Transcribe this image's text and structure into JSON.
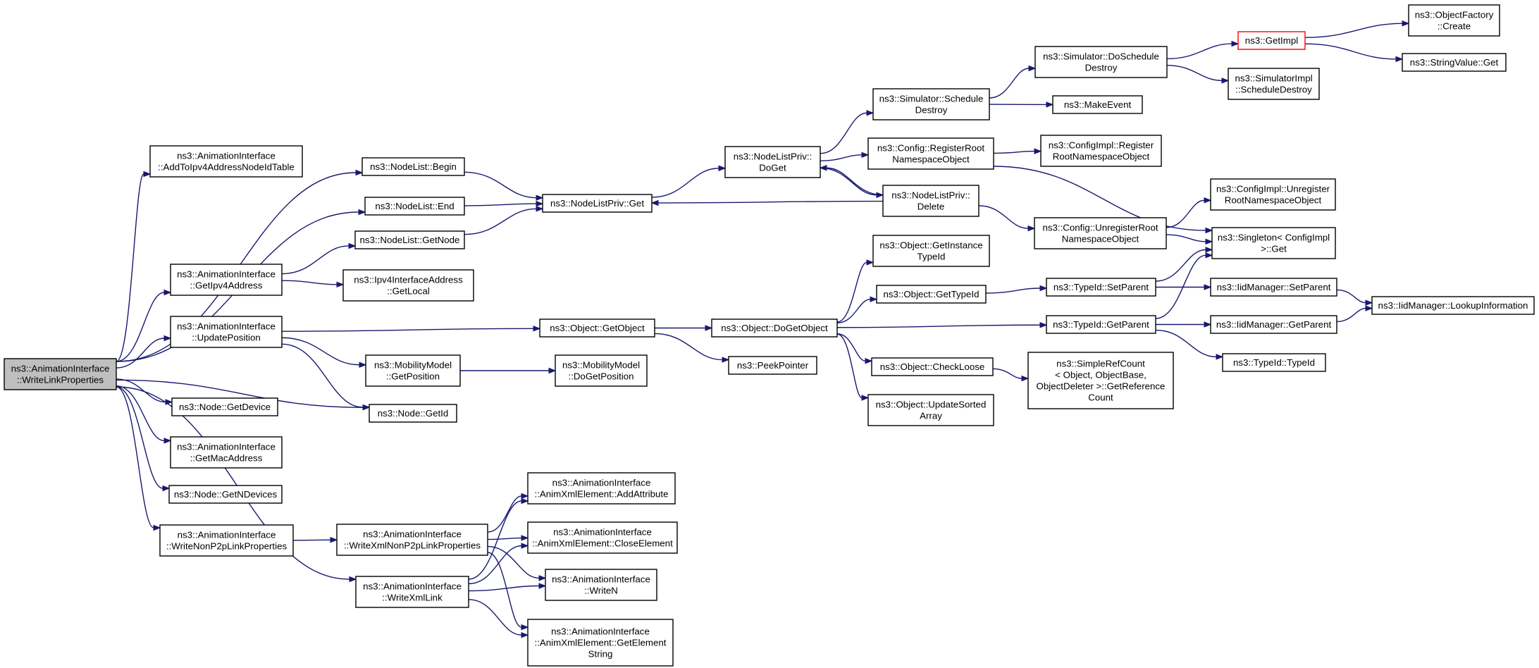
{
  "diagram": {
    "nodes": [
      {
        "id": "root",
        "lines": [
          "ns3::AnimationInterface",
          "::WriteLinkProperties"
        ]
      },
      {
        "id": "addToIpv4",
        "lines": [
          "ns3::AnimationInterface",
          "::AddToIpv4AddressNodeIdTable"
        ]
      },
      {
        "id": "nlBegin",
        "lines": [
          "ns3::NodeList::Begin"
        ]
      },
      {
        "id": "nlEnd",
        "lines": [
          "ns3::NodeList::End"
        ]
      },
      {
        "id": "nlGetNode",
        "lines": [
          "ns3::NodeList::GetNode"
        ]
      },
      {
        "id": "getIpv4",
        "lines": [
          "ns3::AnimationInterface",
          "::GetIpv4Address"
        ]
      },
      {
        "id": "ipv4GetLocal",
        "lines": [
          "ns3::Ipv4InterfaceAddress",
          "::GetLocal"
        ]
      },
      {
        "id": "updatePos",
        "lines": [
          "ns3::AnimationInterface",
          "::UpdatePosition"
        ]
      },
      {
        "id": "mobGetPos",
        "lines": [
          "ns3::MobilityModel",
          "::GetPosition"
        ]
      },
      {
        "id": "mobDoGetPos",
        "lines": [
          "ns3::MobilityModel",
          "::DoGetPosition"
        ]
      },
      {
        "id": "nodeGetDevice",
        "lines": [
          "ns3::Node::GetDevice"
        ]
      },
      {
        "id": "nodeGetId",
        "lines": [
          "ns3::Node::GetId"
        ]
      },
      {
        "id": "getMac",
        "lines": [
          "ns3::AnimationInterface",
          "::GetMacAddress"
        ]
      },
      {
        "id": "nodeGetNDev",
        "lines": [
          "ns3::Node::GetNDevices"
        ]
      },
      {
        "id": "writeNonP2p",
        "lines": [
          "ns3::AnimationInterface",
          "::WriteNonP2pLinkProperties"
        ]
      },
      {
        "id": "writeXmlNonP2p",
        "lines": [
          "ns3::AnimationInterface",
          "::WriteXmlNonP2pLinkProperties"
        ]
      },
      {
        "id": "writeXmlLink",
        "lines": [
          "ns3::AnimationInterface",
          "::WriteXmlLink"
        ]
      },
      {
        "id": "addAttr",
        "lines": [
          "ns3::AnimationInterface",
          "::AnimXmlElement::AddAttribute"
        ]
      },
      {
        "id": "closeElem",
        "lines": [
          "ns3::AnimationInterface",
          "::AnimXmlElement::CloseElement"
        ]
      },
      {
        "id": "writeN",
        "lines": [
          "ns3::AnimationInterface",
          "::WriteN"
        ]
      },
      {
        "id": "getElemStr",
        "lines": [
          "ns3::AnimationInterface",
          "::AnimXmlElement::GetElement",
          "String"
        ]
      },
      {
        "id": "nlpGet",
        "lines": [
          "ns3::NodeListPriv::Get"
        ]
      },
      {
        "id": "nlpDoGet",
        "lines": [
          "ns3::NodeListPriv::",
          "DoGet"
        ]
      },
      {
        "id": "nlpDelete",
        "lines": [
          "ns3::NodeListPriv::",
          "Delete"
        ]
      },
      {
        "id": "simSchedDestroy",
        "lines": [
          "ns3::Simulator::Schedule",
          "Destroy"
        ]
      },
      {
        "id": "simDoSchedDestroy",
        "lines": [
          "ns3::Simulator::DoSchedule",
          "Destroy"
        ]
      },
      {
        "id": "getImpl",
        "lines": [
          "ns3::GetImpl"
        ]
      },
      {
        "id": "objFactCreate",
        "lines": [
          "ns3::ObjectFactory",
          "::Create"
        ]
      },
      {
        "id": "strValGet",
        "lines": [
          "ns3::StringValue::Get"
        ]
      },
      {
        "id": "simImplSchedDestroy",
        "lines": [
          "ns3::SimulatorImpl",
          "::ScheduleDestroy"
        ]
      },
      {
        "id": "makeEvent",
        "lines": [
          "ns3::MakeEvent"
        ]
      },
      {
        "id": "cfgRegRoot",
        "lines": [
          "ns3::Config::RegisterRoot",
          "NamespaceObject"
        ]
      },
      {
        "id": "cfgImplRegRoot",
        "lines": [
          "ns3::ConfigImpl::Register",
          "RootNamespaceObject"
        ]
      },
      {
        "id": "cfgUnregRoot",
        "lines": [
          "ns3::Config::UnregisterRoot",
          "NamespaceObject"
        ]
      },
      {
        "id": "cfgImplUnregRoot",
        "lines": [
          "ns3::ConfigImpl::Unregister",
          "RootNamespaceObject"
        ]
      },
      {
        "id": "singletonGet",
        "lines": [
          "ns3::Singleton< ConfigImpl",
          ">::Get"
        ]
      },
      {
        "id": "objGetObject",
        "lines": [
          "ns3::Object::GetObject"
        ]
      },
      {
        "id": "objDoGetObject",
        "lines": [
          "ns3::Object::DoGetObject"
        ]
      },
      {
        "id": "peekPointer",
        "lines": [
          "ns3::PeekPointer"
        ]
      },
      {
        "id": "objGetInstTypeId",
        "lines": [
          "ns3::Object::GetInstance",
          "TypeId"
        ]
      },
      {
        "id": "objGetTypeId",
        "lines": [
          "ns3::Object::GetTypeId"
        ]
      },
      {
        "id": "objCheckLoose",
        "lines": [
          "ns3::Object::CheckLoose"
        ]
      },
      {
        "id": "objUpdSorted",
        "lines": [
          "ns3::Object::UpdateSorted",
          "Array"
        ]
      },
      {
        "id": "typeIdSetParent",
        "lines": [
          "ns3::TypeId::SetParent"
        ]
      },
      {
        "id": "typeIdGetParent",
        "lines": [
          "ns3::TypeId::GetParent"
        ]
      },
      {
        "id": "iidSetParent",
        "lines": [
          "ns3::IidManager::SetParent"
        ]
      },
      {
        "id": "iidGetParent",
        "lines": [
          "ns3::IidManager::GetParent"
        ]
      },
      {
        "id": "iidLookupInfo",
        "lines": [
          "ns3::IidManager::LookupInformation"
        ]
      },
      {
        "id": "typeIdTypeId",
        "lines": [
          "ns3::TypeId::TypeId"
        ]
      },
      {
        "id": "simpleRefCount",
        "lines": [
          "ns3::SimpleRefCount",
          "< Object, ObjectBase,",
          "ObjectDeleter >::GetReference",
          "Count"
        ]
      }
    ],
    "edges": [
      [
        "root",
        "addToIpv4"
      ],
      [
        "root",
        "nlBegin"
      ],
      [
        "root",
        "nlEnd"
      ],
      [
        "root",
        "getIpv4"
      ],
      [
        "root",
        "updatePos"
      ],
      [
        "root",
        "nodeGetId"
      ],
      [
        "root",
        "nodeGetDevice"
      ],
      [
        "root",
        "getMac"
      ],
      [
        "root",
        "nodeGetNDev"
      ],
      [
        "root",
        "writeNonP2p"
      ],
      [
        "root",
        "writeXmlLink"
      ],
      [
        "nlBegin",
        "nlpGet"
      ],
      [
        "nlEnd",
        "nlpGet"
      ],
      [
        "nlGetNode",
        "nlpGet"
      ],
      [
        "getIpv4",
        "nlGetNode"
      ],
      [
        "getIpv4",
        "ipv4GetLocal"
      ],
      [
        "updatePos",
        "objGetObject"
      ],
      [
        "updatePos",
        "mobGetPos"
      ],
      [
        "updatePos",
        "nodeGetId"
      ],
      [
        "mobGetPos",
        "mobDoGetPos"
      ],
      [
        "writeNonP2p",
        "writeXmlNonP2p"
      ],
      [
        "writeXmlNonP2p",
        "addAttr"
      ],
      [
        "writeXmlNonP2p",
        "closeElem"
      ],
      [
        "writeXmlNonP2p",
        "writeN"
      ],
      [
        "writeXmlNonP2p",
        "getElemStr"
      ],
      [
        "writeXmlLink",
        "addAttr"
      ],
      [
        "writeXmlLink",
        "closeElem"
      ],
      [
        "writeXmlLink",
        "writeN"
      ],
      [
        "writeXmlLink",
        "getElemStr"
      ],
      [
        "nlpGet",
        "nlpDoGet"
      ],
      [
        "nlpDoGet",
        "simSchedDestroy"
      ],
      [
        "nlpDoGet",
        "cfgRegRoot"
      ],
      [
        "nlpDoGet",
        "nlpDelete"
      ],
      [
        "nlpDelete",
        "nlpGet"
      ],
      [
        "nlpDelete",
        "nlpDoGet"
      ],
      [
        "nlpDelete",
        "cfgUnregRoot"
      ],
      [
        "simSchedDestroy",
        "simDoSchedDestroy"
      ],
      [
        "simSchedDestroy",
        "makeEvent"
      ],
      [
        "simDoSchedDestroy",
        "getImpl"
      ],
      [
        "simDoSchedDestroy",
        "simImplSchedDestroy"
      ],
      [
        "getImpl",
        "objFactCreate"
      ],
      [
        "getImpl",
        "strValGet"
      ],
      [
        "cfgRegRoot",
        "cfgImplRegRoot"
      ],
      [
        "cfgRegRoot",
        "singletonGet"
      ],
      [
        "cfgUnregRoot",
        "cfgImplUnregRoot"
      ],
      [
        "cfgUnregRoot",
        "singletonGet"
      ],
      [
        "objGetObject",
        "objDoGetObject"
      ],
      [
        "objGetObject",
        "peekPointer"
      ],
      [
        "objDoGetObject",
        "objGetInstTypeId"
      ],
      [
        "objDoGetObject",
        "objGetTypeId"
      ],
      [
        "objDoGetObject",
        "typeIdGetParent"
      ],
      [
        "objDoGetObject",
        "objCheckLoose"
      ],
      [
        "objDoGetObject",
        "objUpdSorted"
      ],
      [
        "objGetTypeId",
        "typeIdSetParent"
      ],
      [
        "objCheckLoose",
        "simpleRefCount"
      ],
      [
        "typeIdSetParent",
        "singletonGet"
      ],
      [
        "typeIdSetParent",
        "iidSetParent"
      ],
      [
        "typeIdGetParent",
        "singletonGet"
      ],
      [
        "typeIdGetParent",
        "iidGetParent"
      ],
      [
        "typeIdGetParent",
        "typeIdTypeId"
      ],
      [
        "iidSetParent",
        "iidLookupInfo"
      ],
      [
        "iidGetParent",
        "iidLookupInfo"
      ]
    ]
  }
}
